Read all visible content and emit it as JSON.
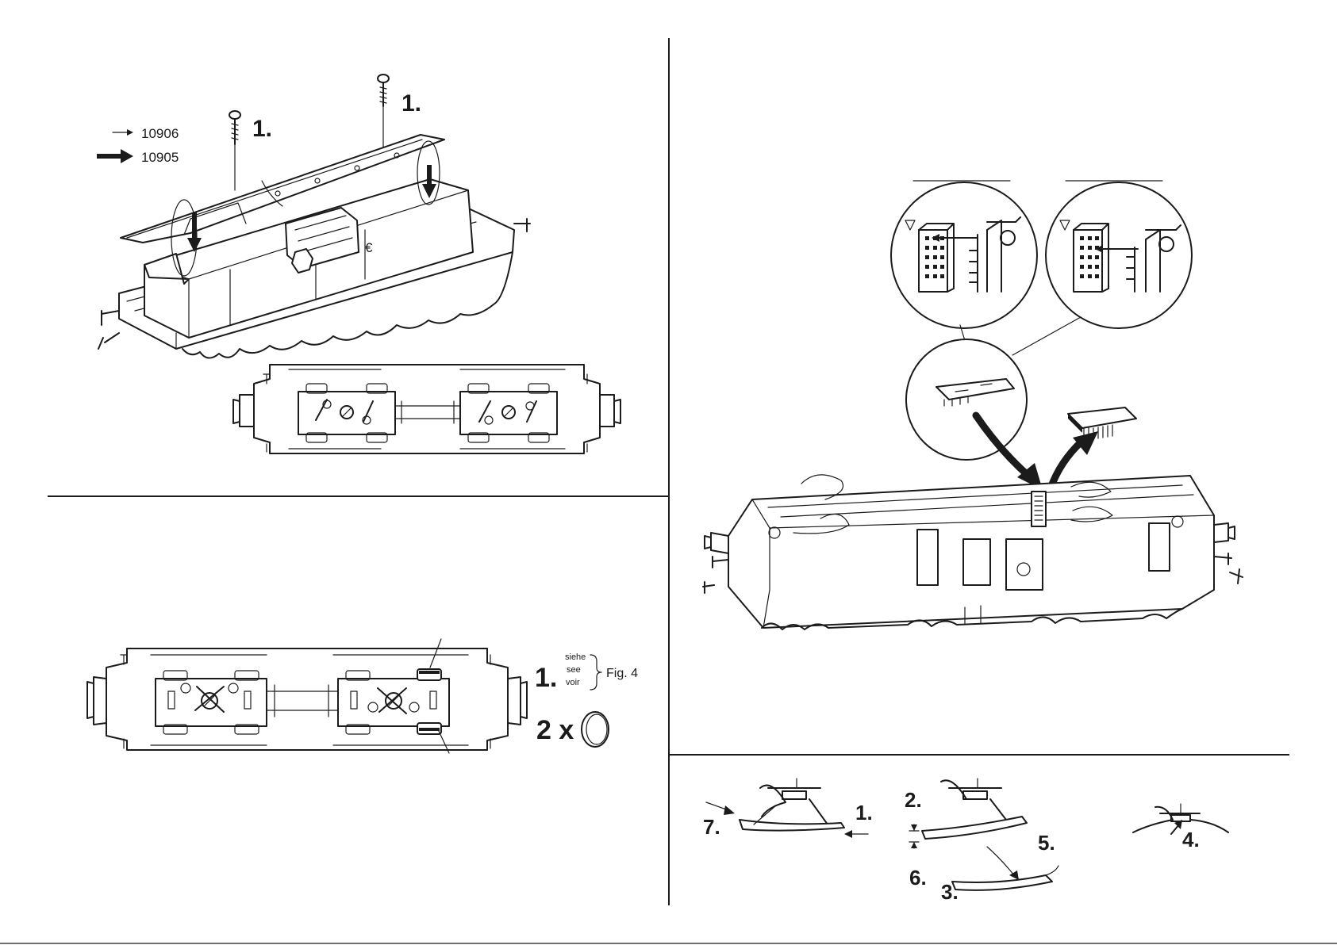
{
  "colors": {
    "ink": "#1b1b1b",
    "paper": "#ffffff"
  },
  "panel_top_left": {
    "step_label_screw_left": "1.",
    "step_label_screw_right": "1.",
    "legend": [
      {
        "arrow": "thin-arrow",
        "text": "10906"
      },
      {
        "arrow": "bold-arrow",
        "text": "10905"
      }
    ]
  },
  "panel_bottom_left": {
    "step_label": "1.",
    "see_words": [
      "siehe",
      "see",
      "voir"
    ],
    "fig_ref": "Fig. 4",
    "quantity": "2 x",
    "quantity_icon": "traction-tire-ring-icon"
  },
  "panel_right": {
    "label_lines": [
      "",
      ""
    ]
  },
  "panel_bottom_right": {
    "steps": [
      "1.",
      "2.",
      "3.",
      "4.",
      "5.",
      "6.",
      "7."
    ]
  }
}
